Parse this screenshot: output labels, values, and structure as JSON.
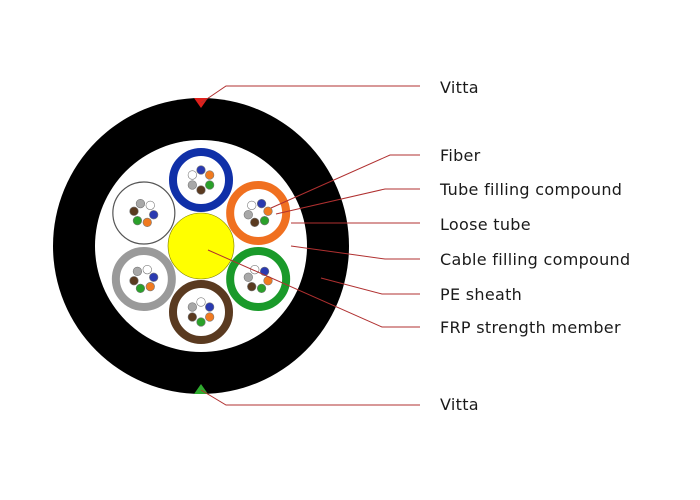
{
  "labels": {
    "vitta_top": "Vitta",
    "fiber": "Fiber",
    "tube_filling_compound": "Tube filling compound",
    "loose_tube": "Loose tube",
    "cable_filling_compound": "Cable filling compound",
    "pe_sheath": "PE sheath",
    "frp_strength_member": "FRP strength member",
    "vitta_bottom": "Vitta"
  },
  "colors": {
    "sheath": "#000000",
    "leader_line": "#b03030",
    "vitta_top_marker": "#e0201c",
    "vitta_bottom_marker": "#2faa2f",
    "strength_member": "#ffff00",
    "tube_blue": "#1030a8",
    "tube_orange": "#f07020",
    "tube_green": "#1a9a2a",
    "tube_brown": "#5a3a20",
    "tube_gray": "#9a9a9a",
    "tube_white": "#ffffff"
  },
  "tube_order": [
    "blue",
    "orange",
    "green",
    "brown",
    "gray",
    "white"
  ],
  "fiber_colors": [
    "blue",
    "orange",
    "green",
    "brown",
    "gray",
    "white"
  ]
}
